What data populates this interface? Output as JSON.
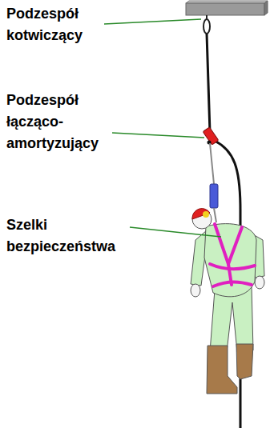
{
  "diagram": {
    "labels": [
      "Podzespół kotwiczący",
      "Podzespół łącząco-amortyzujący",
      "Szelki bezpieczeństwa"
    ]
  }
}
